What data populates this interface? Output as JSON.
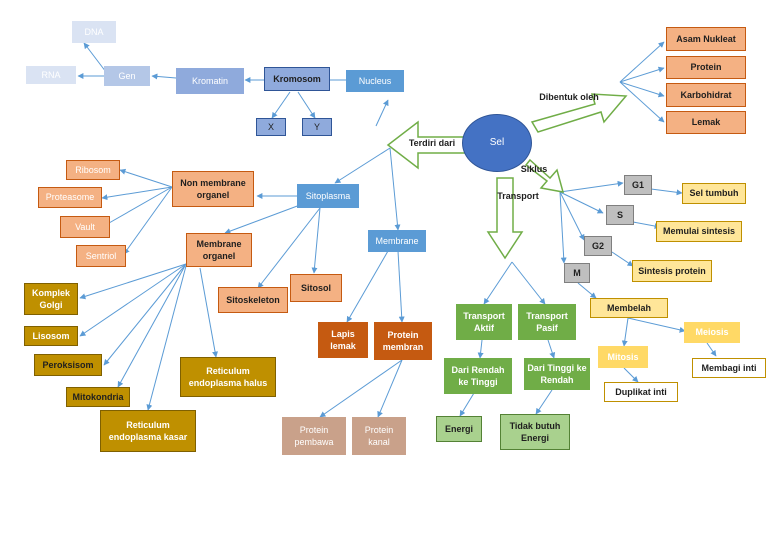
{
  "diagram": {
    "sel": "Sel",
    "terdiri_dari": "Terdiri dari",
    "dibentuk_oleh": "Dibentuk oleh",
    "siklus": "Siklus",
    "transport": "Transport",
    "nucleus": "Nucleus",
    "kromosom": "Kromosom",
    "kromatin": "Kromatin",
    "gen": "Gen",
    "dna": "DNA",
    "rna": "RNA",
    "x": "X",
    "y": "Y",
    "asam_nukleat": "Asam Nukleat",
    "protein": "Protein",
    "karbohidrat": "Karbohidrat",
    "lemak": "Lemak",
    "sitoplasma": "Sitoplasma",
    "non_membrane_organel": "Non membrane organel",
    "membrane_organel": "Membrane organel",
    "ribosom": "Ribosom",
    "proteasome": "Proteasome",
    "vault": "Vault",
    "sentriol": "Sentriol",
    "komplek_golgi": "Komplek Golgi",
    "lisosom": "Lisosom",
    "peroksisom": "Peroksisom",
    "mitokondria": "Mitokondria",
    "reticulum_halus": "Reticulum endoplasma halus",
    "reticulum_kasar": "Reticulum endoplasma kasar",
    "sitoskeleton": "Sitoskeleton",
    "sitosol": "Sitosol",
    "membrane": "Membrane",
    "lapis_lemak": "Lapis lemak",
    "protein_membran": "Protein membran",
    "protein_pembawa": "Protein pembawa",
    "protein_kanal": "Protein kanal",
    "transport_aktif": "Transport Aktif",
    "transport_pasif": "Transport Pasif",
    "dari_rendah": "Dari Rendah ke Tinggi",
    "dari_tinggi": "Dari Tinggi ke Rendah",
    "energi": "Energi",
    "tidak_butuh_energi": "Tidak butuh Energi",
    "g1": "G1",
    "s": "S",
    "g2": "G2",
    "m": "M",
    "sel_tumbuh": "Sel tumbuh",
    "memulai_sintesis": "Memulai sintesis",
    "sintesis_protein": "Sintesis protein",
    "membelah": "Membelah",
    "mitosis": "Mitosis",
    "meiosis": "Meiosis",
    "duplikat_inti": "Duplikat inti",
    "membagi_inti": "Membagi inti"
  },
  "colors": {
    "arrow_blue": "#5b9bd5",
    "arrow_green": "#70ad47",
    "nucleus_blue": "#5b9bd5",
    "salmon": "#f4b183",
    "gold": "#bf9000",
    "green": "#70ad47",
    "yellow": "#ffd966"
  }
}
